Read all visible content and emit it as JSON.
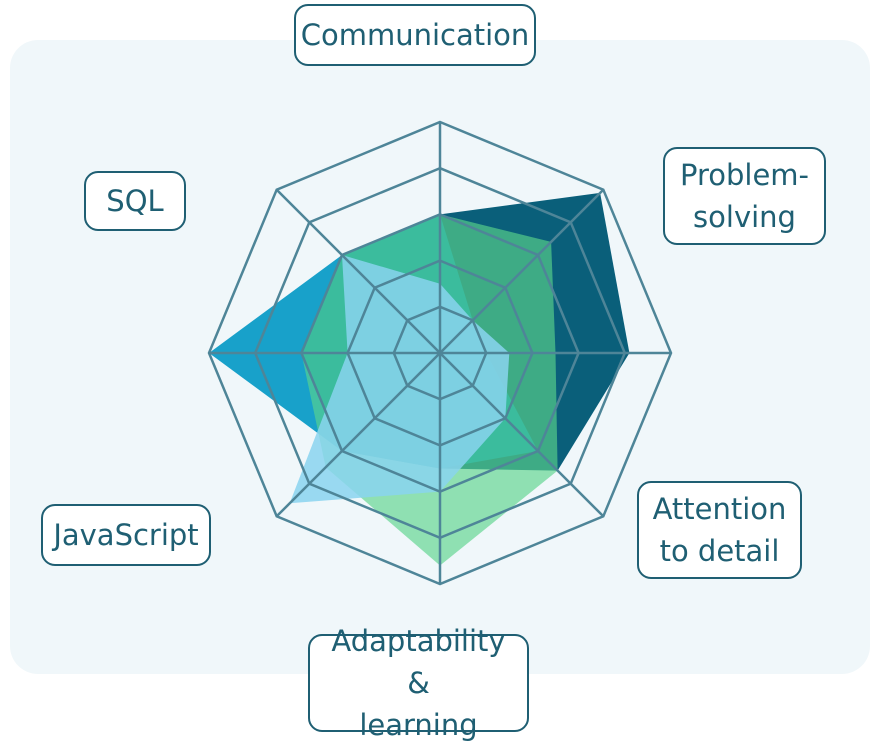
{
  "chart_data": {
    "type": "radar",
    "axes": [
      "Communication",
      "Problem-\nsolving",
      "Attention\nto detail",
      "Adaptability &\nlearning",
      "JavaScript",
      "SQL"
    ],
    "radar_axis_count": 8,
    "rlim": [
      0,
      5
    ],
    "grid_levels": 5,
    "colors": {
      "series_1": "#0a5f7a",
      "series_2": "#0097c4",
      "series_3": "#5ad48c",
      "series_4": "#8ad4ee",
      "grid": "#4e8598",
      "label_text": "#1f5f73",
      "background": "#f0f7fa"
    },
    "series": [
      {
        "values": [
          3,
          4.9,
          4.1,
          3.6,
          2.5,
          3,
          3,
          3
        ]
      },
      {
        "values": [
          3,
          1,
          1,
          3,
          2.5,
          3,
          5,
          3
        ]
      },
      {
        "values": [
          3,
          3.4,
          2.5,
          3.6,
          4.6,
          3.5,
          3,
          3
        ]
      },
      {
        "values": [
          1.5,
          1,
          1.5,
          2,
          3,
          4.6,
          2,
          3
        ]
      }
    ]
  }
}
